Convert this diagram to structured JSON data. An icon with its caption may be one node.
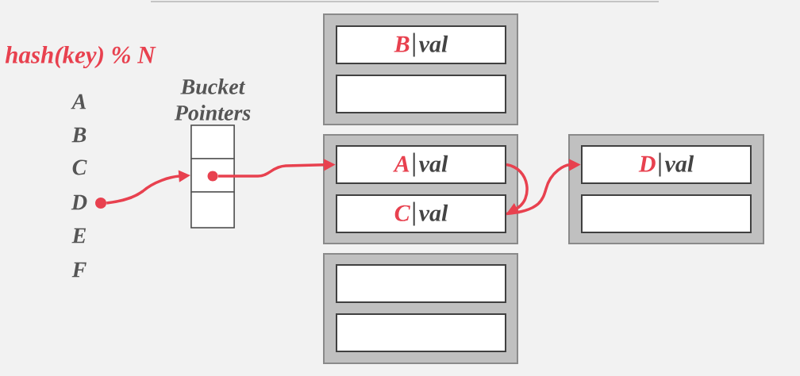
{
  "diagram": {
    "nodes": [
      {
        "text": [],
        "shape": "circle",
        "beside": [
          "D"
        ]
      },
      {
        "text": [
          "Bucket Pointers"
        ]
      },
      {
        "text": [],
        "shape": "box",
        "in": 1
      },
      {
        "text": [],
        "shape": "box",
        "in": 1
      },
      {
        "text": [],
        "shape": "circle",
        "in": 3
      },
      {
        "text": [],
        "shape": "box",
        "in": 1
      },
      {
        "text": [],
        "shape": "box"
      },
      {
        "text": [
          "B",
          "val"
        ],
        "in": 6
      },
      {
        "text": [],
        "shape": "box",
        "in": 6
      },
      {
        "text": [],
        "shape": "box"
      },
      {
        "text": [
          "A",
          "val"
        ],
        "in": 9
      },
      {
        "text": [
          "C",
          "val"
        ],
        "in": 9
      },
      {
        "text": [],
        "shape": "box"
      },
      {
        "text": [],
        "shape": "box",
        "in": 12
      },
      {
        "text": [],
        "shape": "box",
        "in": 12
      },
      {
        "text": [],
        "shape": "box"
      },
      {
        "text": [
          "D",
          "val"
        ],
        "in": 15
      },
      {
        "text": [],
        "shape": "box",
        "in": 15
      }
    ],
    "edges": [
      {
        "from": 0,
        "to": 3,
        "arrow": "to"
      },
      {
        "from": 4,
        "to": 10,
        "arrow": "to"
      },
      {
        "from": 10,
        "to": 11,
        "arrow": "to"
      },
      {
        "from": 11,
        "to": 16,
        "arrow": "to"
      }
    ],
    "labels": [
      "hash(key) % N",
      "A",
      "B",
      "C",
      "E",
      "F"
    ]
  }
}
